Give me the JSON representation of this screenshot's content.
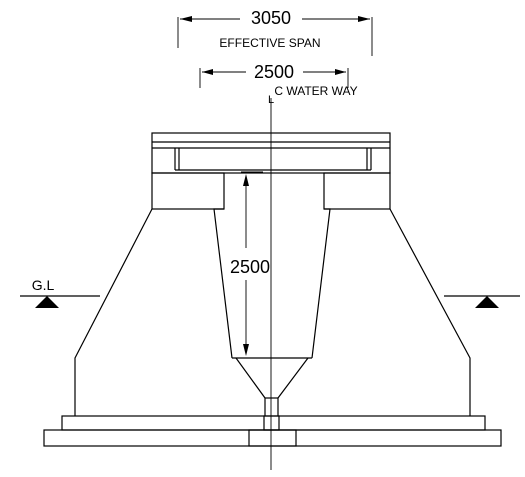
{
  "labels": {
    "effective_span_value": "3050",
    "effective_span_label": "EFFECTIVE SPAN",
    "water_way_value": "2500",
    "water_way_label": "C WATER WAY",
    "centerline_mark": "L",
    "height_value": "2500",
    "ground_level": "G.L"
  }
}
